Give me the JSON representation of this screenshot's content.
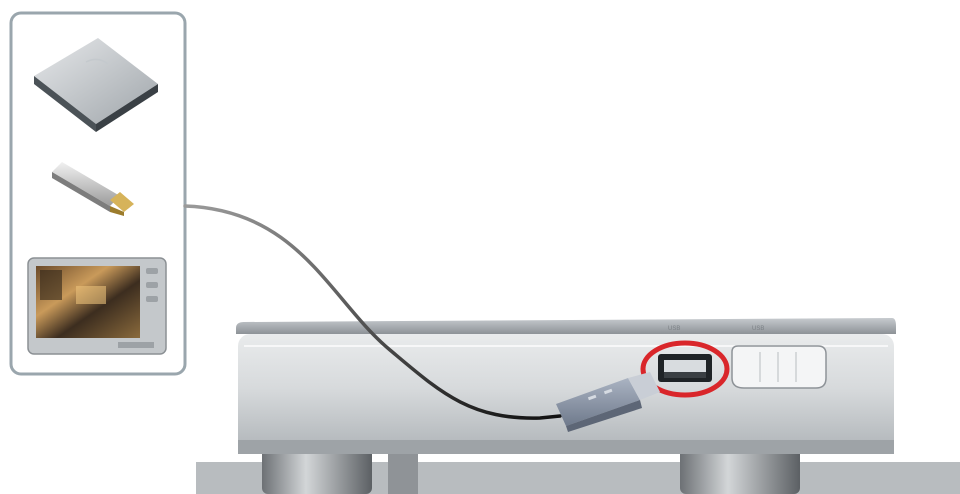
{
  "diagram": {
    "devices": [
      {
        "icon": "external-hard-drive-icon"
      },
      {
        "icon": "usb-flash-drive-icon"
      },
      {
        "icon": "portable-media-player-icon"
      }
    ],
    "connector": {
      "icon": "usb-plug-icon"
    },
    "highlight": {
      "target": "usb-port",
      "color": "#d9262a"
    },
    "colors": {
      "panel_border": "#9aa6ad",
      "cable": "#1a1a1a",
      "plug": "#8c97a8",
      "player_body": "#b9bec2"
    }
  },
  "player_unit": {
    "port_labels": [
      "USB",
      "USB"
    ]
  }
}
